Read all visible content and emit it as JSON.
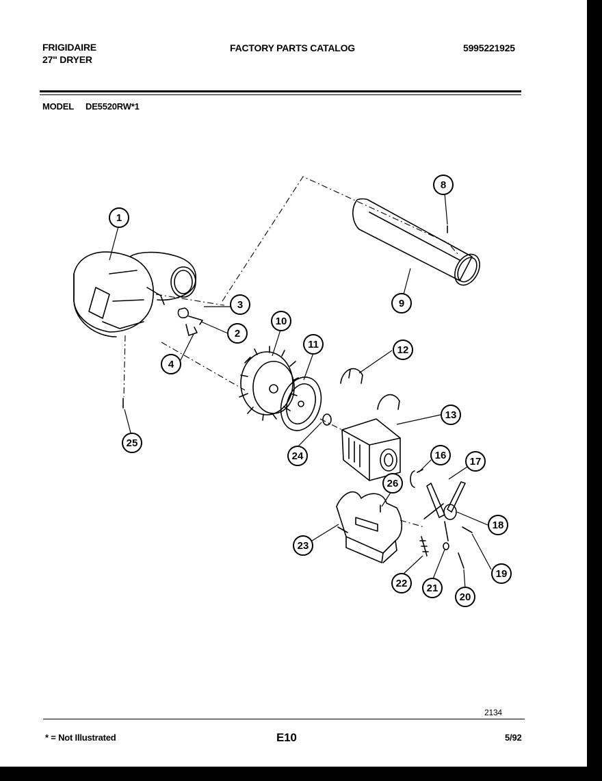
{
  "header": {
    "brand": "FRIGIDAIRE",
    "product": "27\" DRYER",
    "catalog_title": "FACTORY PARTS CATALOG",
    "catalog_number": "5995221925",
    "model_label": "MODEL",
    "model_number": "DE5520RW*1"
  },
  "callouts": [
    "1",
    "2",
    "3",
    "4",
    "8",
    "9",
    "10",
    "11",
    "12",
    "13",
    "16",
    "17",
    "18",
    "19",
    "20",
    "21",
    "22",
    "23",
    "24",
    "25",
    "26"
  ],
  "footer": {
    "drawing_number": "2134",
    "note": "* = Not Illustrated",
    "page": "E10",
    "date": "5/92"
  }
}
